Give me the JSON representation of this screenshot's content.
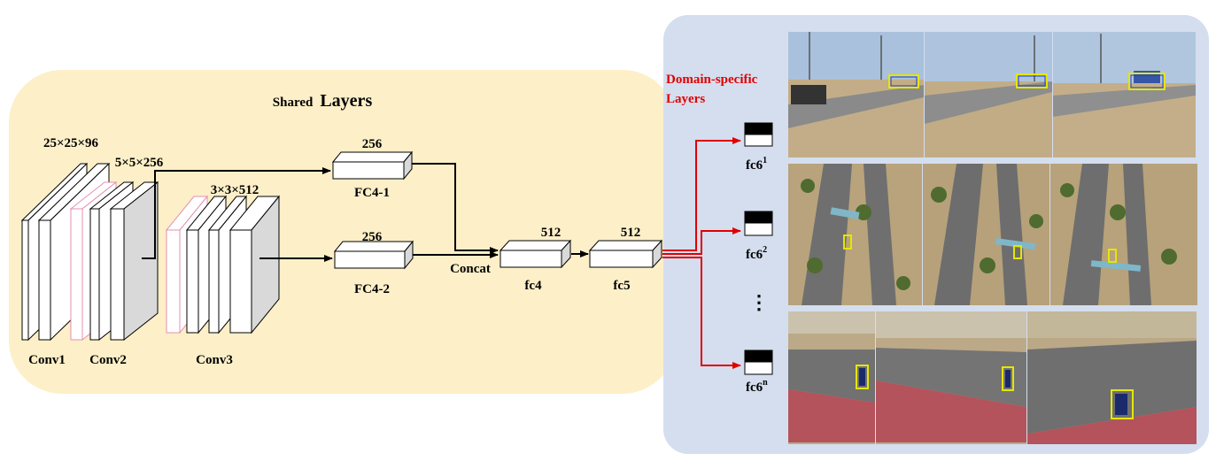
{
  "shared": {
    "title_small": "Shared",
    "title_big": "Layers"
  },
  "conv_labels": {
    "conv1": "Conv1",
    "conv2": "Conv2",
    "conv3": "Conv3"
  },
  "dims": {
    "conv1": "25×25×96",
    "conv2": "5×5×256",
    "conv3": "3×3×512",
    "fc4_1": "256",
    "fc4_2": "256",
    "fc4": "512",
    "fc5": "512"
  },
  "fc_labels": {
    "fc4_1": "FC4-1",
    "fc4_2": "FC4-2",
    "concat": "Concat",
    "fc4": "fc4",
    "fc5": "fc5"
  },
  "domain": {
    "title_line1": "Domain-specific",
    "title_line2": "Layers",
    "branches": [
      {
        "base": "fc6",
        "sup": "1"
      },
      {
        "base": "fc6",
        "sup": "2"
      },
      {
        "base": "fc6",
        "sup": "n"
      }
    ],
    "ellipsis": "⋮"
  },
  "colors": {
    "shared_bg": "#fdefc8",
    "domain_bg": "#d4deef",
    "branch_arrow": "#e00000",
    "domain_title": "#e00000",
    "pink_layer": "#e58fb4"
  }
}
